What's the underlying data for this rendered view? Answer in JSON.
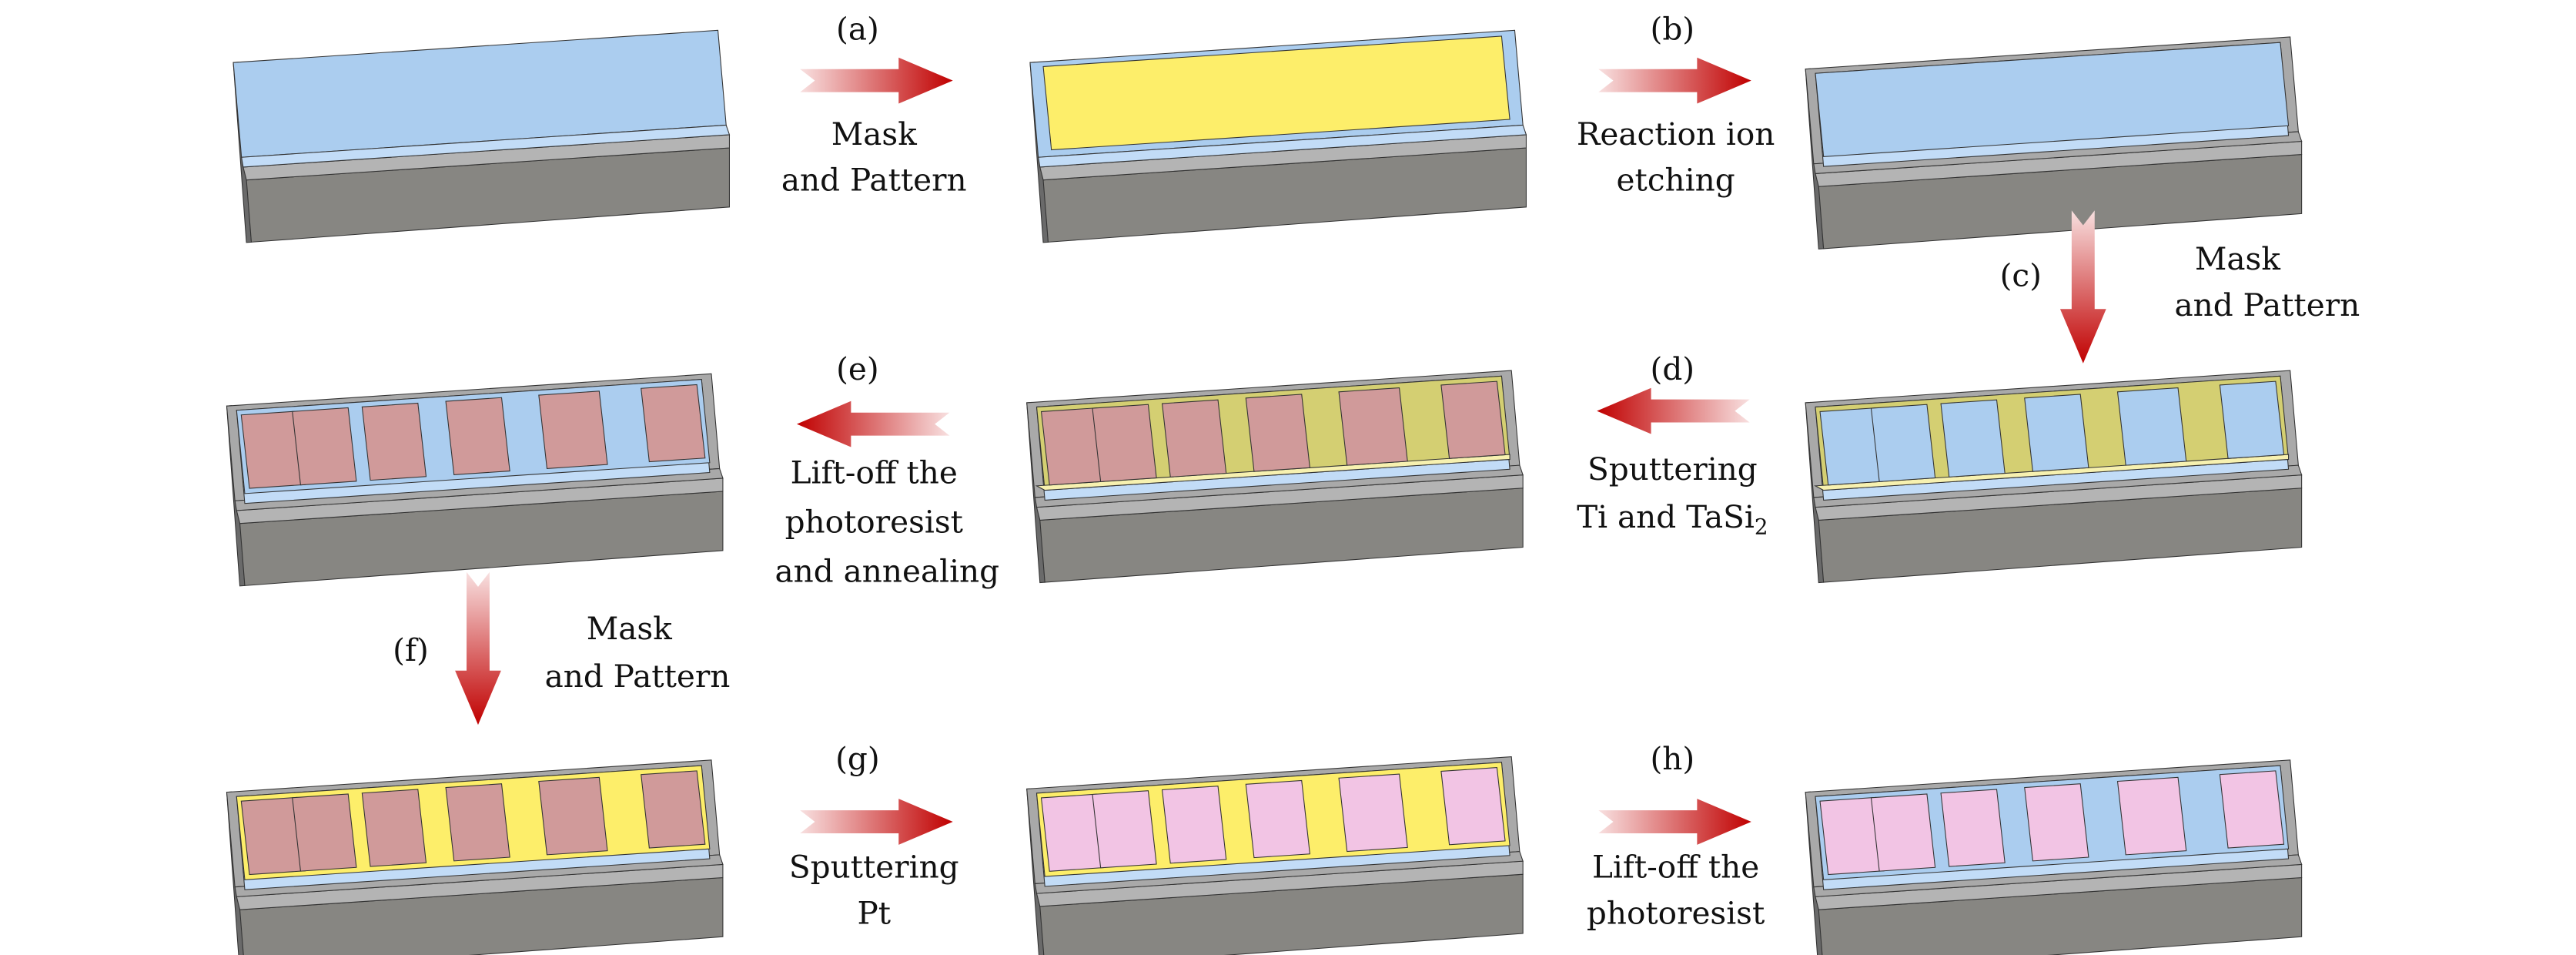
{
  "colors": {
    "film_blue": "#abcdef",
    "film_blue_light": "#c2dcf7",
    "substrate_front": "#878682",
    "substrate_top": "#a9a9a9",
    "substrate_side": "#6a6a6a",
    "layer_gray": "#b4b4b4",
    "photoresist_yellow": "#fdee6a",
    "photoresist_olive": "#d4cf72",
    "photoresist_edge": "#f7f1b0",
    "ti_tasi2_red": "#d09a9a",
    "pt_pink": "#f2c4e4",
    "arrow_start": "#f8e0e0",
    "arrow_end": "#c00000"
  },
  "blocks": [
    {
      "id": "initial",
      "top": "film_blue",
      "etched": false,
      "inner": null,
      "stripes": null
    },
    {
      "id": "after-a",
      "top": "film_blue",
      "etched": false,
      "inner": "photoresist_yellow",
      "stripes": null
    },
    {
      "id": "after-b",
      "top": "substrate_top",
      "etched": true,
      "inner": "film_blue",
      "stripes": null
    },
    {
      "id": "after-c",
      "top": "substrate_top",
      "etched": true,
      "inner": "photoresist_olive",
      "stripes": "film_blue"
    },
    {
      "id": "after-d",
      "top": "substrate_top",
      "etched": true,
      "inner": "photoresist_olive",
      "stripes": "ti_tasi2_red"
    },
    {
      "id": "after-e",
      "top": "substrate_top",
      "etched": true,
      "inner": "film_blue",
      "stripes": "ti_tasi2_red"
    },
    {
      "id": "after-f",
      "top": "substrate_top",
      "etched": true,
      "inner": "photoresist_yellow",
      "stripes": "ti_tasi2_red"
    },
    {
      "id": "after-g",
      "top": "substrate_top",
      "etched": true,
      "inner": "photoresist_yellow",
      "stripes": "pt_pink"
    },
    {
      "id": "after-h",
      "top": "substrate_top",
      "etched": true,
      "inner": "film_blue",
      "stripes": "pt_pink"
    }
  ],
  "steps": {
    "a": {
      "tag": "(a)",
      "line1": "Mask",
      "line2": "and Pattern"
    },
    "b": {
      "tag": "(b)",
      "line1": "Reaction ion",
      "line2": "etching"
    },
    "c": {
      "tag": "(c)",
      "line1": "Mask",
      "line2": "and Pattern"
    },
    "d": {
      "tag": "(d)",
      "line1": "Sputtering",
      "line2_main": "Ti and TaSi",
      "line2_sub": "2"
    },
    "e": {
      "tag": "(e)",
      "line1": "Lift-off the",
      "line2": "photoresist",
      "line3": "and annealing"
    },
    "f": {
      "tag": "(f)",
      "line1": "Mask",
      "line2": "and Pattern"
    },
    "g": {
      "tag": "(g)",
      "line1": "Sputtering",
      "line2": "Pt"
    },
    "h": {
      "tag": "(h)",
      "line1": "Lift-off the",
      "line2": "photoresist"
    }
  }
}
